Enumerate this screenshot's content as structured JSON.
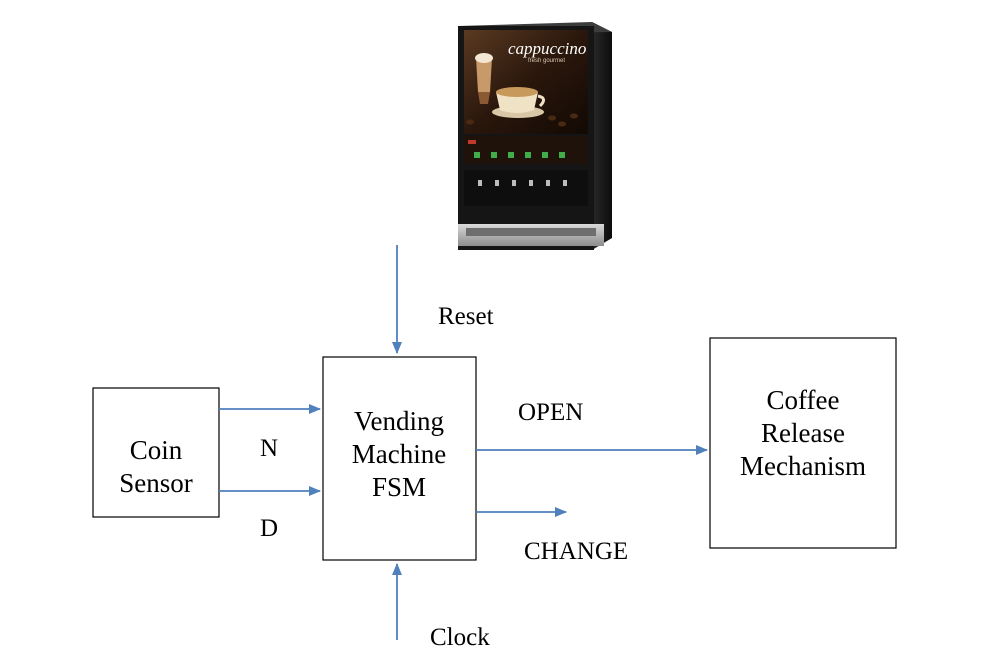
{
  "colors": {
    "arrow": "#4f81bd",
    "box_stroke": "#000000",
    "text": "#000000",
    "machine_body": "#1b1b1b",
    "machine_panel_bg": "#3a2418",
    "button_light": "#3fae4a"
  },
  "image": {
    "description_icon": "coffee-vending-machine-icon",
    "brand_text": "cappuccino",
    "brand_subtext": "fresh gourmet"
  },
  "blocks": {
    "coin_sensor": {
      "line1": "Coin",
      "line2": "Sensor"
    },
    "fsm": {
      "line1": "Vending",
      "line2": "Machine",
      "line3": "FSM"
    },
    "coffee_release": {
      "line1": "Coffee",
      "line2": "Release",
      "line3": "Mechanism"
    }
  },
  "signals": {
    "reset": "Reset",
    "clock": "Clock",
    "n": "N",
    "d": "D",
    "open": "OPEN",
    "change": "CHANGE"
  }
}
